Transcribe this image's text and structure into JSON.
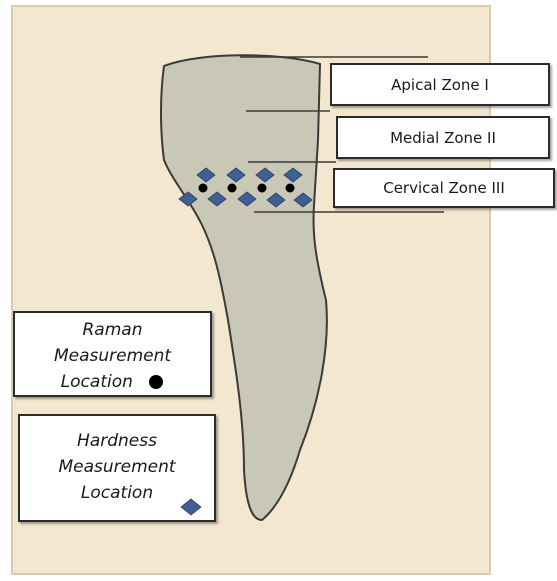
{
  "diagram": {
    "zones": [
      {
        "id": "apical",
        "label": "Apical Zone I"
      },
      {
        "id": "medial",
        "label": "Medial Zone II"
      },
      {
        "id": "cervical",
        "label": "Cervical Zone III"
      }
    ],
    "legend": {
      "raman": {
        "line1": "Raman",
        "line2": "Measurement",
        "line3": "Location",
        "marker": "black-dot"
      },
      "hardness": {
        "line1": "Hardness",
        "line2": "Measurement",
        "line3": "Location",
        "marker": "blue-diamond"
      }
    },
    "colors": {
      "background": "#f3e7cf",
      "tooth_fill": "#c9c7b6",
      "tooth_stroke": "#3a3a3a",
      "diamond": "#3f5f95",
      "dot": "#000000"
    }
  }
}
